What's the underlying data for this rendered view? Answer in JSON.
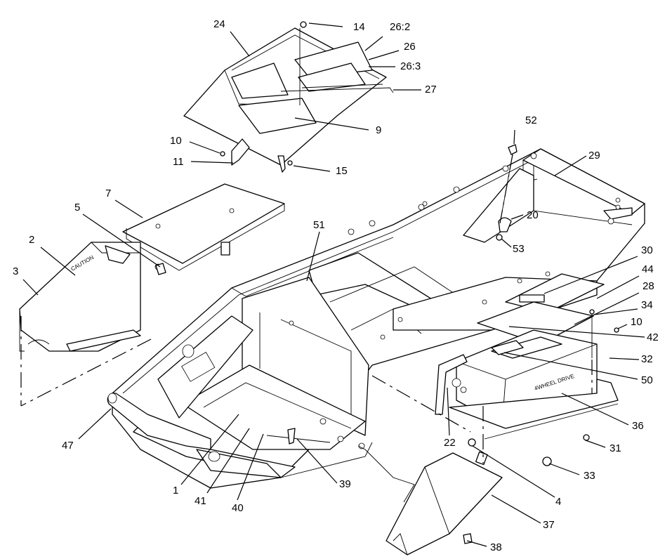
{
  "diagram": {
    "callouts": [
      "1",
      "2",
      "3",
      "4",
      "5",
      "7",
      "9",
      "10",
      "10",
      "11",
      "14",
      "15",
      "20",
      "22",
      "24",
      "26:2",
      "26",
      "26:3",
      "27",
      "28",
      "29",
      "30",
      "31",
      "32",
      "33",
      "34",
      "36",
      "37",
      "38",
      "39",
      "40",
      "41",
      "42",
      "44",
      "47",
      "50",
      "51",
      "52",
      "53"
    ],
    "decals": {
      "caution": "CAUTION",
      "wheel_drive": "4WHEEL DRIVE"
    }
  }
}
